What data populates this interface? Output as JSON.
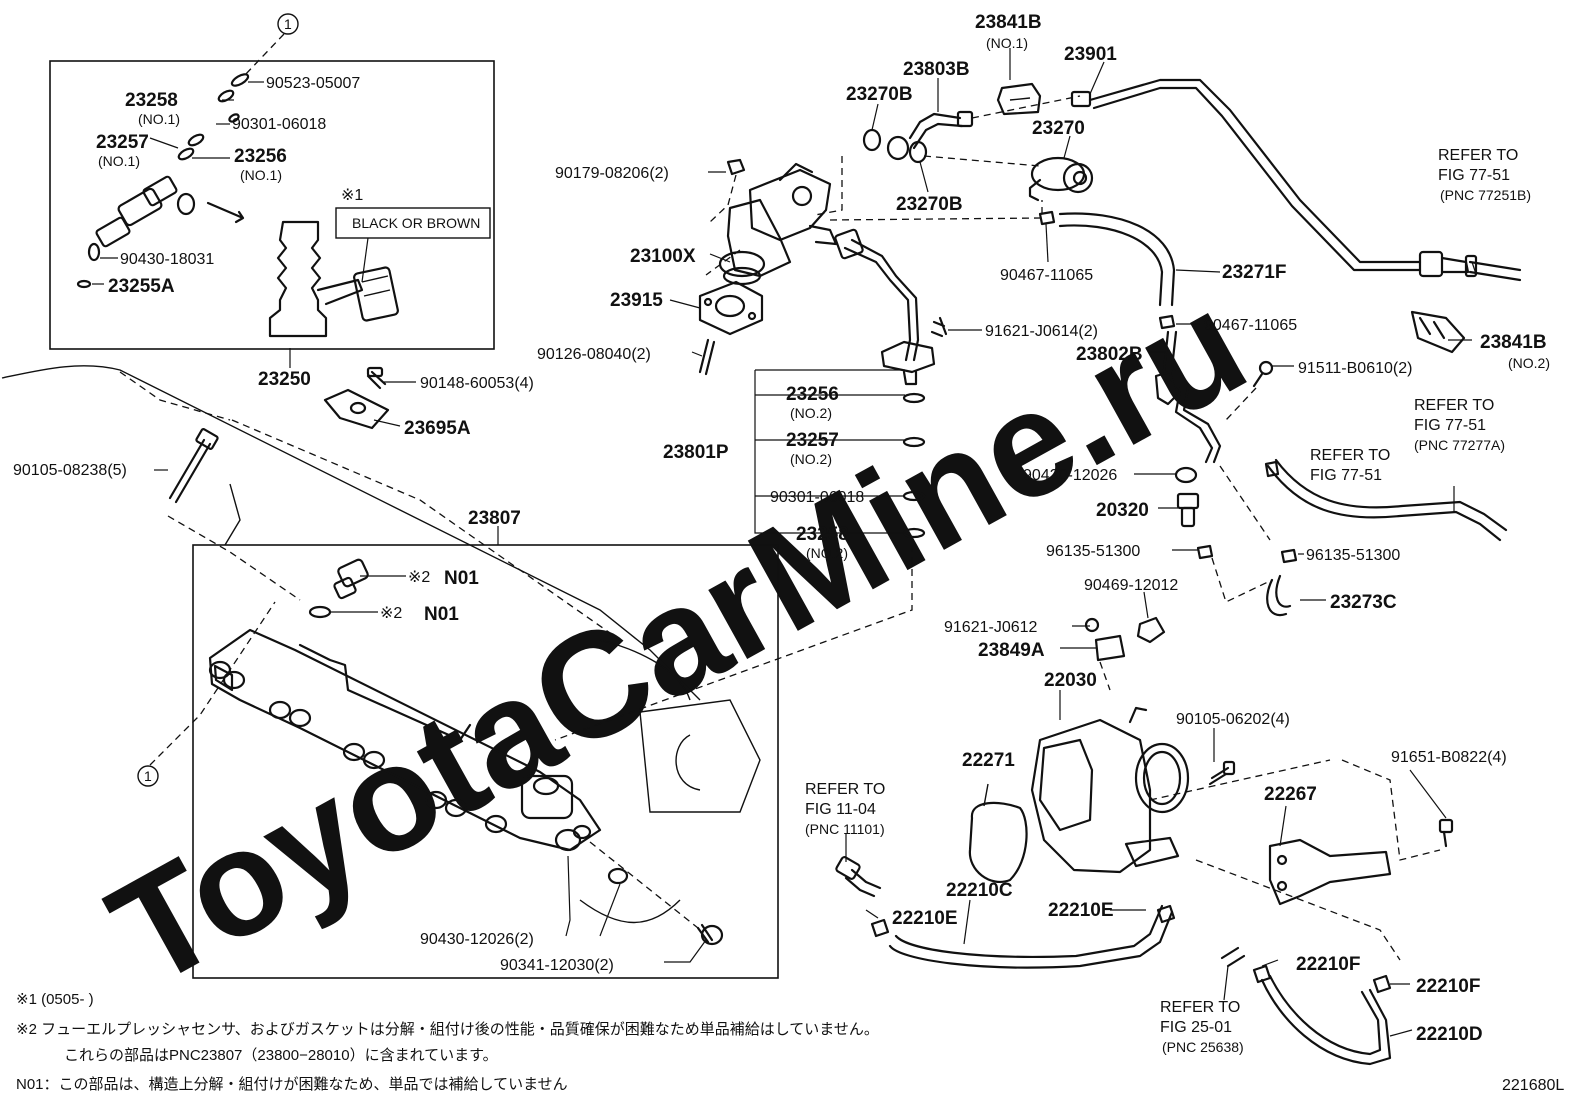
{
  "watermark": "ToyotaCarMine.ru",
  "diagram_id": "221680L",
  "callout_mark": "1",
  "note1_mark": "※1",
  "note2_mark": "※2",
  "inset_note": "BLACK OR BROWN",
  "labels": {
    "p23841B_1": "23841B",
    "p23841B_1_sub": "(NO.1)",
    "p23901": "23901",
    "p23803B": "23803B",
    "p23270B_a": "23270B",
    "p23270": "23270",
    "p23270B_b": "23270B",
    "p90179": "90179-08206(2)",
    "p23100X": "23100X",
    "p23915": "23915",
    "p90126": "90126-08040(2)",
    "p90467_a": "90467-11065",
    "p23271F": "23271F",
    "p91621_a": "91621-J0614(2)",
    "p90467_b": "90467-11065",
    "p23802B": "23802B",
    "p23841B_2": "23841B",
    "p23841B_2_sub": "(NO.2)",
    "p91511": "91511-B0610(2)",
    "p90523": "90523-05007",
    "p23258_1": "23258",
    "p23258_1_sub": "(NO.1)",
    "p90301_1": "90301-06018",
    "p23257_1": "23257",
    "p23257_1_sub": "(NO.1)",
    "p23256_1": "23256",
    "p23256_1_sub": "(NO.1)",
    "p90430_18031": "90430-18031",
    "p23255A": "23255A",
    "p23250": "23250",
    "p90148": "90148-60053(4)",
    "p23695A": "23695A",
    "p23256_2": "23256",
    "p23256_2_sub": "(NO.2)",
    "p23801P": "23801P",
    "p23257_2": "23257",
    "p23257_2_sub": "(NO.2)",
    "p90301_2": "90301-06018",
    "p23258_2": "23258",
    "p23258_2_sub": "(NO.2)",
    "p90105_08238": "90105-08238(5)",
    "p23807": "23807",
    "p_n01_a": "N01",
    "p_n01_b": "N01",
    "p90430_12026_a": "90430-12026",
    "p20320": "20320",
    "p96135_a": "96135-51300",
    "p96135_b": "96135-51300",
    "p90469": "90469-12012",
    "p23273C": "23273C",
    "p91621_b": "91621-J0612",
    "p23849A": "23849A",
    "p22030": "22030",
    "p90105_06202": "90105-06202(4)",
    "p22271": "22271",
    "p91651": "91651-B0822(4)",
    "p22267": "22267",
    "p22210C": "22210C",
    "p22210E_a": "22210E",
    "p22210E_b": "22210E",
    "p22210F_a": "22210F",
    "p22210F_b": "22210F",
    "p22210D": "22210D",
    "p90430_12026_b": "90430-12026(2)",
    "p90341": "90341-12030(2)"
  },
  "refs": {
    "r77251": [
      "REFER TO",
      "FIG 77-51",
      "(PNC 77251B)"
    ],
    "r77277": [
      "REFER TO",
      "FIG 77-51",
      "(PNC 77277A)"
    ],
    "r7751": [
      "REFER TO",
      "FIG 77-51"
    ],
    "r1104": [
      "REFER TO",
      "FIG 11-04",
      "(PNC 11101)"
    ],
    "r2501": [
      "REFER TO",
      "FIG 25-01",
      "(PNC 25638)"
    ]
  },
  "notes": {
    "n1": "※1 (0505-         )",
    "n2a": "※2  フューエルプレッシャセンサ、およびガスケットは分解・組付け後の性能・品質確保が困難なため単品補給はしていません。",
    "n2b": "これらの部品はPNC23807（23800−28010）に含まれています。",
    "n3": "N01：この部品は、構造上分解・組付けが困難なため、単品では補給していません"
  }
}
